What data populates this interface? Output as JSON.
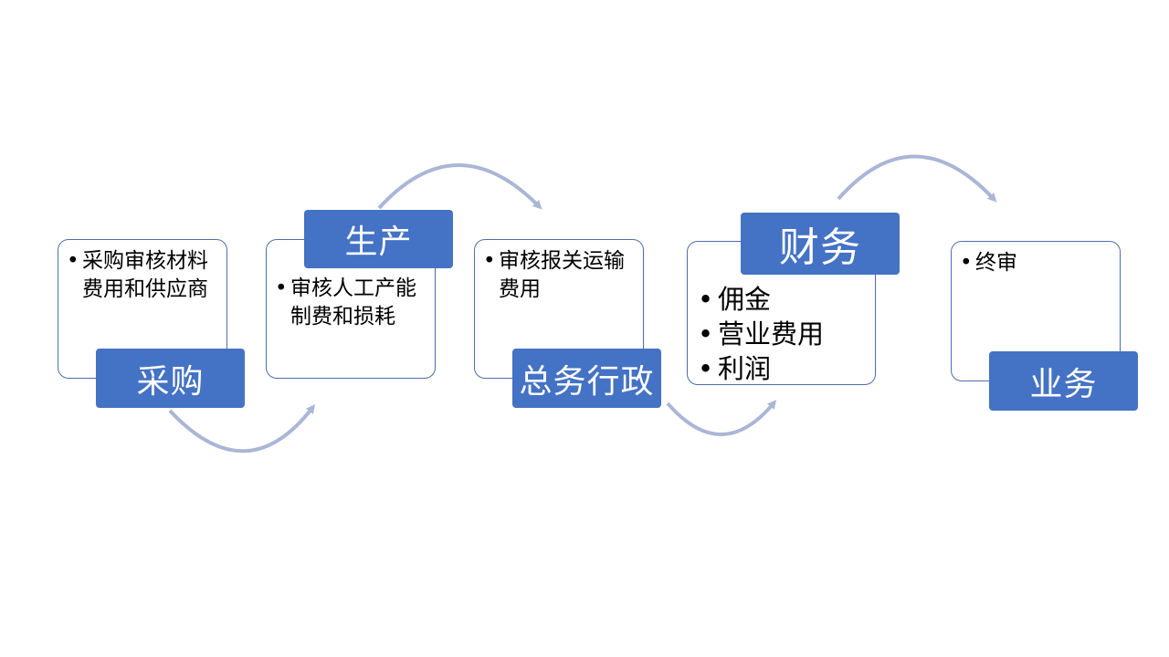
{
  "diagram": {
    "steps": [
      {
        "label": "采购",
        "items": [
          "采购审核材料费用和供应商"
        ]
      },
      {
        "label": "生产",
        "items": [
          "审核人工产能制费和损耗"
        ]
      },
      {
        "label": "总务行政",
        "items": [
          "审核报关运输费用"
        ]
      },
      {
        "label": "财务",
        "items": [
          "佣金",
          "营业费用",
          "利润"
        ]
      },
      {
        "label": "业务",
        "items": [
          "终审"
        ]
      }
    ],
    "colors": {
      "label_fill": "#4472c4",
      "label_text": "#ffffff",
      "card_border": "#4f6da8",
      "arrow": "#aab6d6"
    }
  }
}
